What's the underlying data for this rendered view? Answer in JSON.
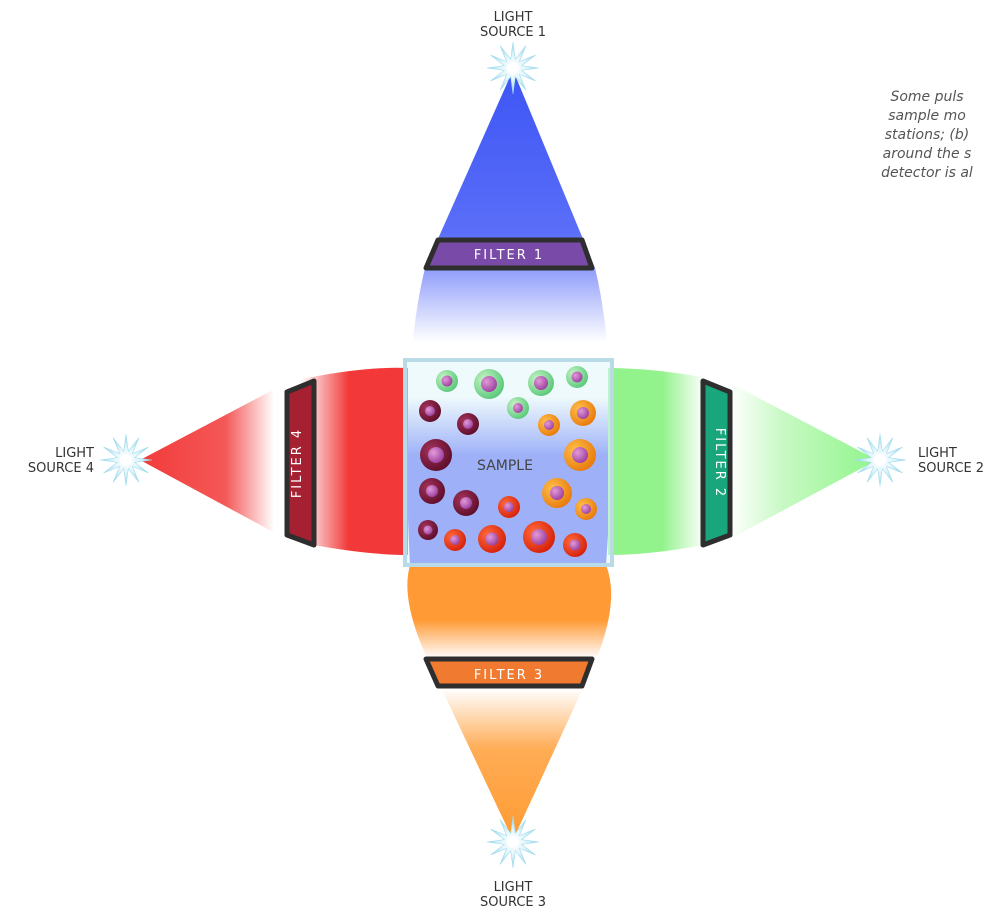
{
  "sources": [
    {
      "id": "1",
      "line1": "LIGHT",
      "line2": "SOURCE 1"
    },
    {
      "id": "2",
      "line1": "LIGHT",
      "line2": "SOURCE 2"
    },
    {
      "id": "3",
      "line1": "LIGHT",
      "line2": "SOURCE 3"
    },
    {
      "id": "4",
      "line1": "LIGHT",
      "line2": "SOURCE 4"
    }
  ],
  "filters": {
    "filter1": "FILTER 1",
    "filter2": "FILTER 2",
    "filter3": "FILTER 3",
    "filter4": "FILTER 4"
  },
  "sample_label": "SAMPLE",
  "caption_lines": [
    "Some puls",
    "sample mo",
    "stations; (b)",
    "around the s",
    "detector is al"
  ],
  "colors": {
    "beam_blue": "#3d55f5",
    "beam_green": "#8ff58a",
    "beam_orange": "#ff9b33",
    "beam_red": "#f23a3a",
    "filter1": "#7a4aa8",
    "filter2": "#1aa67c",
    "filter3": "#f07a30",
    "filter4": "#a52030",
    "sample_box": "#b9dbe8",
    "frame": "#2e2e2e"
  }
}
